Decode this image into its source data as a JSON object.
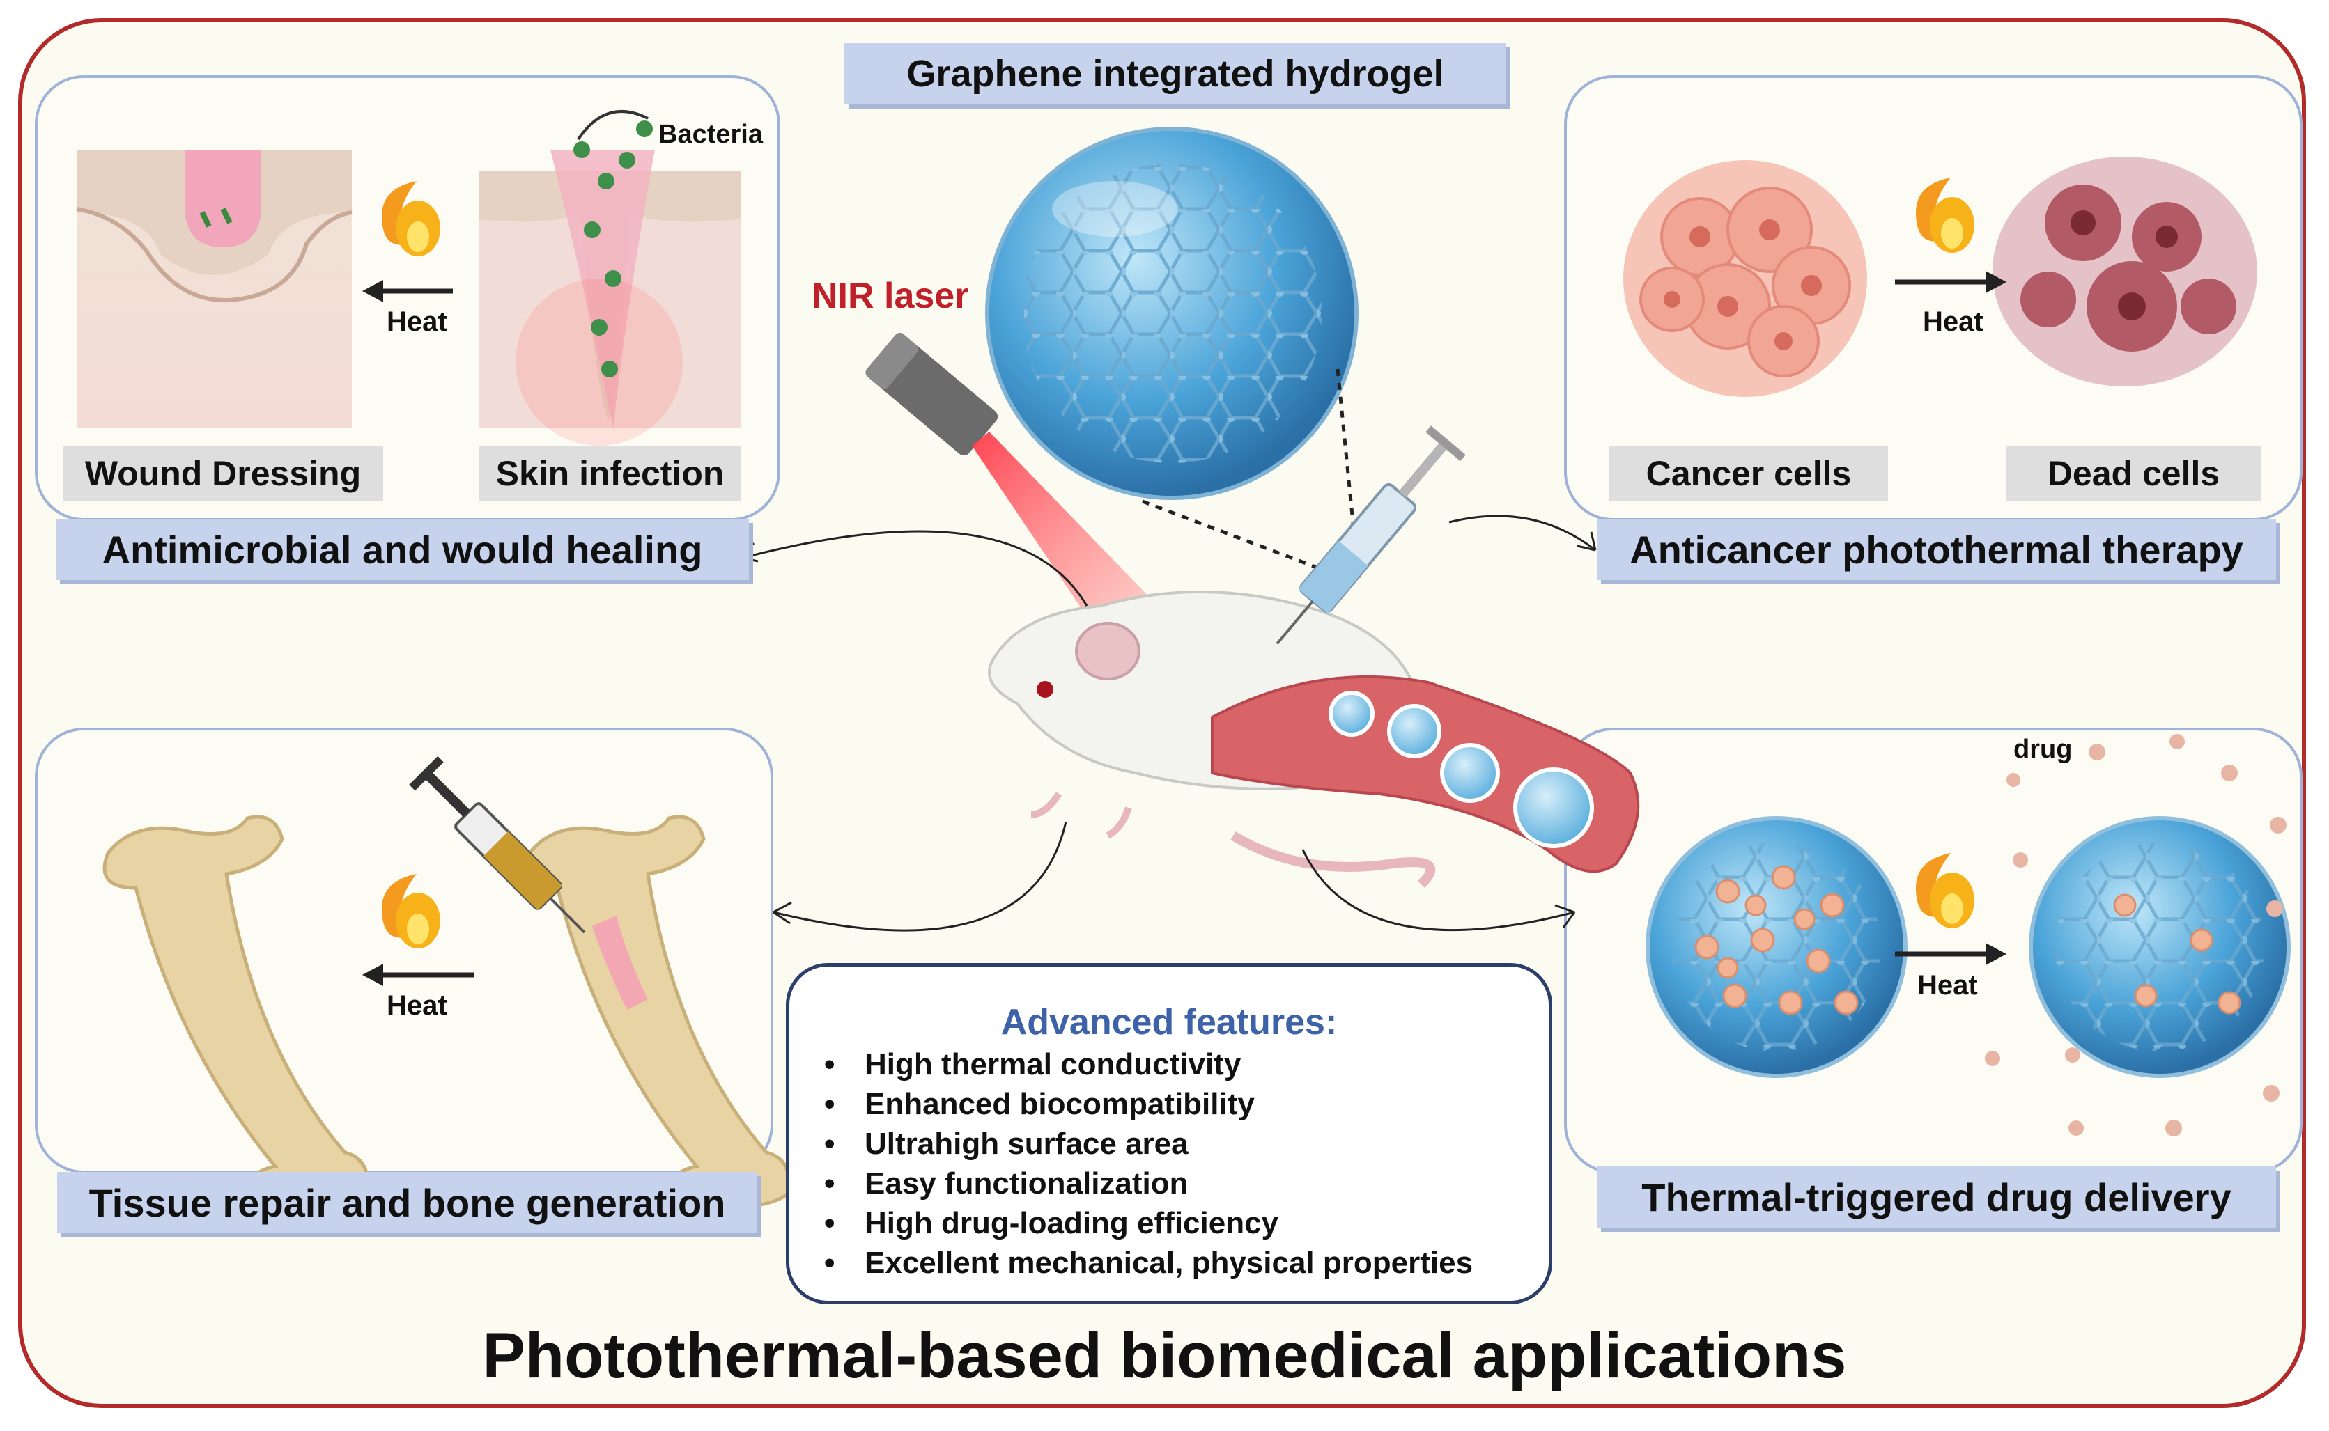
{
  "figure": {
    "main_title": "Photothermal-based biomedical applications",
    "center_label": "Graphene integrated hydrogel",
    "nir_label": "NIR laser",
    "heat_label": "Heat",
    "bacteria_label": "Bacteria",
    "drug_label": "drug"
  },
  "panels": {
    "antimicrobial": {
      "title": "Antimicrobial and would healing",
      "left_caption": "Wound Dressing",
      "right_caption": "Skin infection"
    },
    "anticancer": {
      "title": "Anticancer photothermal therapy",
      "left_caption": "Cancer cells",
      "right_caption": "Dead cells"
    },
    "tissue": {
      "title": "Tissue repair and bone generation"
    },
    "drug_delivery": {
      "title": "Thermal-triggered drug delivery"
    }
  },
  "features": {
    "heading": "Advanced features:",
    "items": [
      "High thermal conductivity",
      "Enhanced biocompatibility",
      "Ultrahigh surface area",
      "Easy functionalization",
      "High drug-loading efficiency",
      "Excellent mechanical, physical properties"
    ]
  },
  "colors": {
    "frame": "#b22a2a",
    "panel_border": "#9fb3d8",
    "label_bar": "#c7d3ec",
    "feature_heading": "#3d62a8",
    "sphere": "#4aa3d8",
    "bone": "#e8d3a4"
  }
}
